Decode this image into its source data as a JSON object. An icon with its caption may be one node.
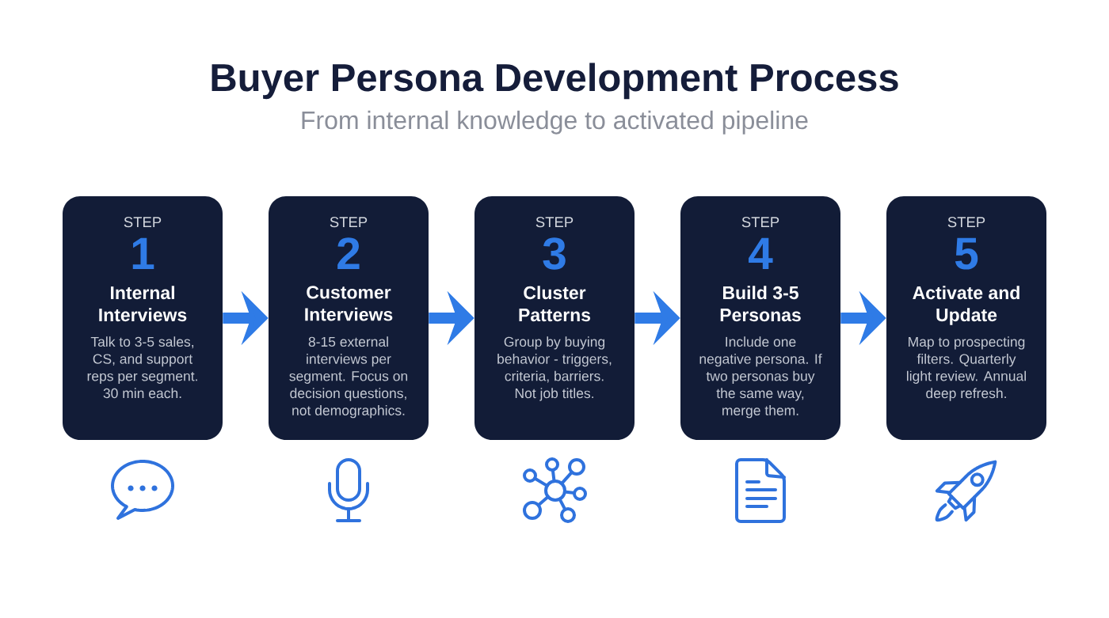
{
  "diagram": {
    "title": "Buyer Persona Development Process",
    "nodes": [
      {
        "text": [
          "STEP",
          "1",
          "Internal Interviews",
          "Talk to 3-5 sales, CS, and support reps per segment. 30 min each."
        ]
      },
      {
        "text": [
          "STEP",
          "2",
          "Customer Interviews",
          "8-15 external interviews per segment. Focus on decision questions, not demographics."
        ]
      },
      {
        "text": [
          "STEP",
          "3",
          "Cluster Patterns",
          "Group by buying behavior - triggers, criteria, barriers. Not job titles."
        ]
      },
      {
        "text": [
          "STEP",
          "4",
          "Build 3-5 Personas",
          "Include one negative persona. If two personas buy the same way, merge them."
        ]
      },
      {
        "text": [
          "STEP",
          "5",
          "Activate and Update",
          "Map to prospecting filters. Quarterly light review. Annual deep refresh."
        ]
      }
    ],
    "edges": [
      {
        "from": 0,
        "to": 1,
        "arrow": "to"
      },
      {
        "from": 1,
        "to": 2,
        "arrow": "to"
      },
      {
        "from": 2,
        "to": 3,
        "arrow": "to"
      },
      {
        "from": 3,
        "to": 4,
        "arrow": "to"
      }
    ],
    "labels": [
      "From internal knowledge to activated pipeline"
    ]
  }
}
